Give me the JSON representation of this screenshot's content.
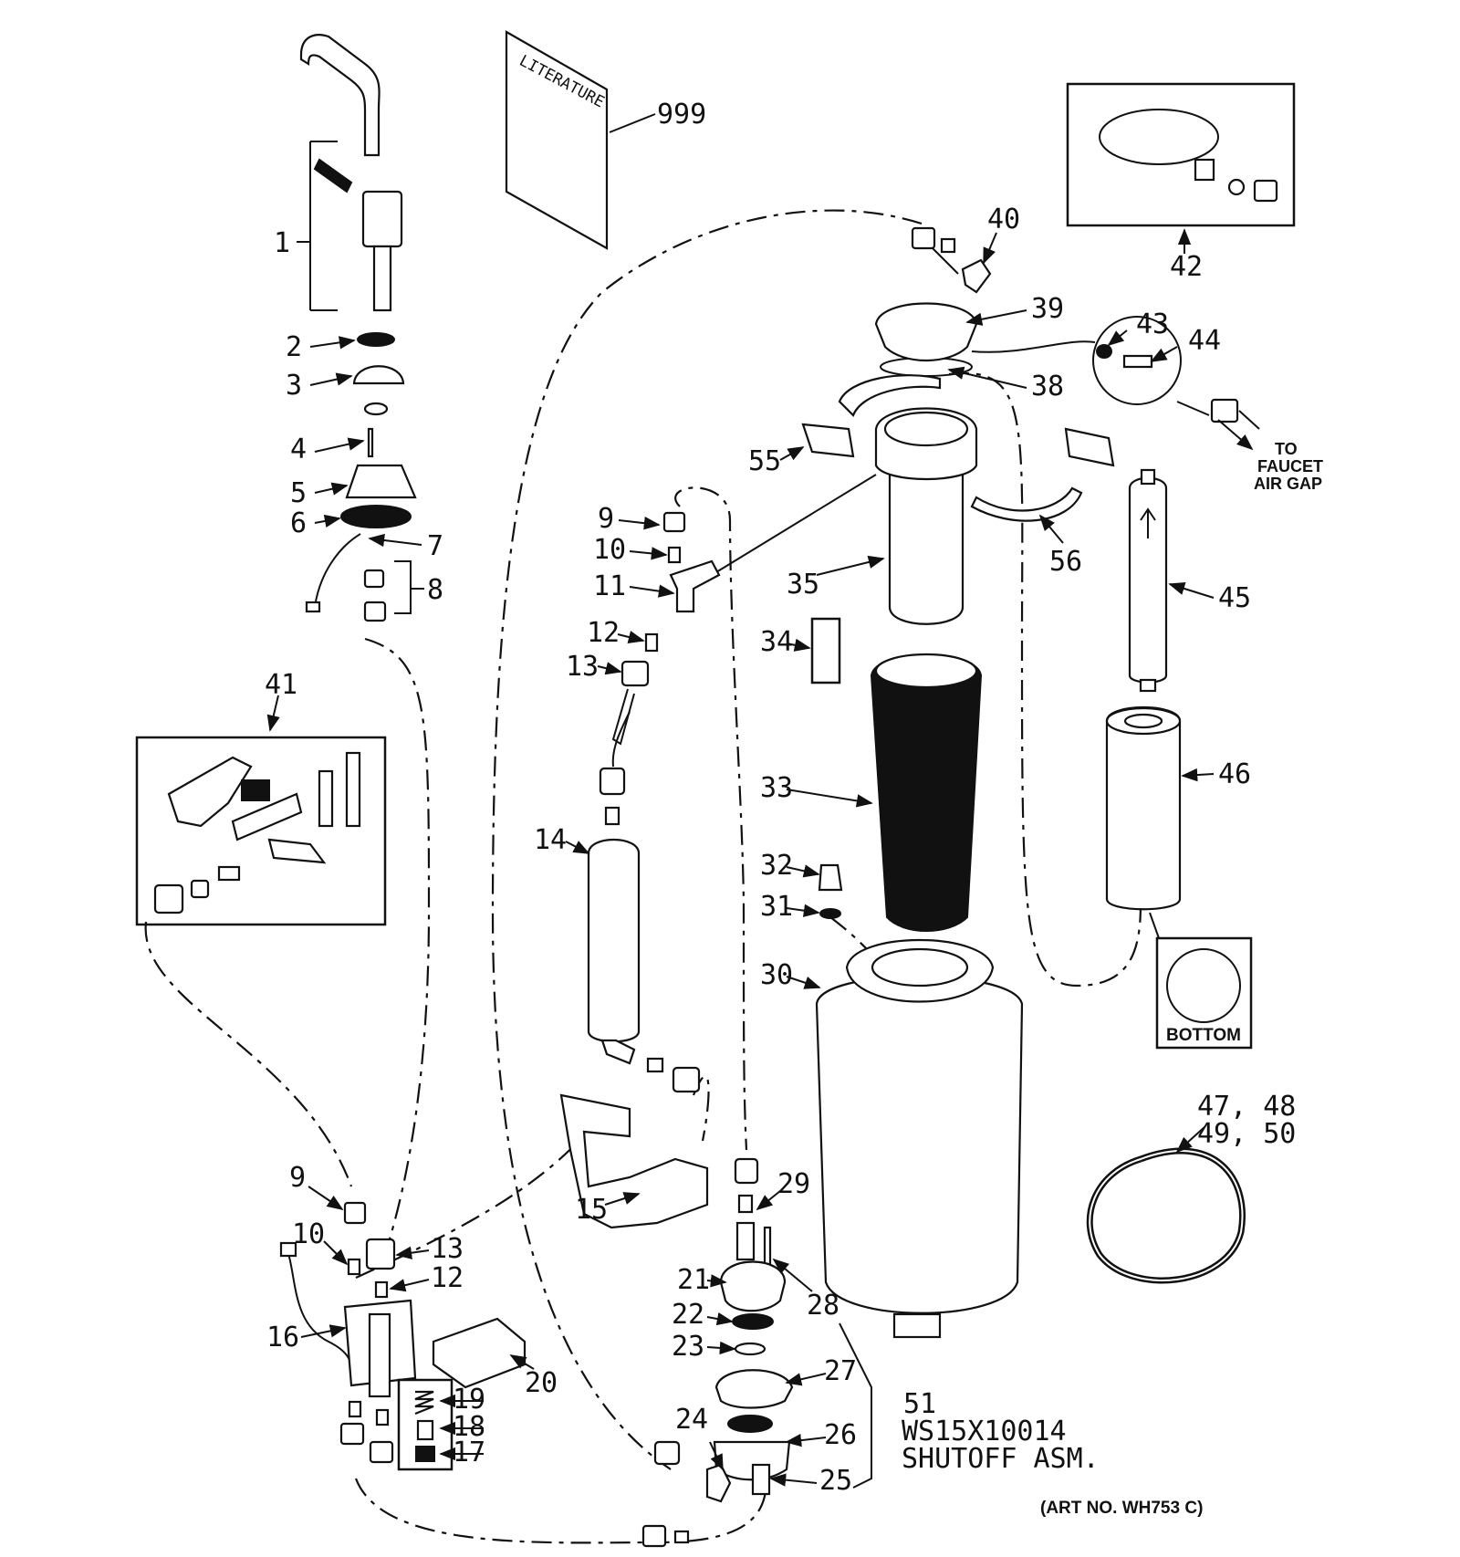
{
  "labels": {
    "p1": "1",
    "p2": "2",
    "p3": "3",
    "p4": "4",
    "p5": "5",
    "p6": "6",
    "p7": "7",
    "p8": "8",
    "p9a": "9",
    "p10a": "10",
    "p11": "11",
    "p12a": "12",
    "p13a": "13",
    "p14": "14",
    "p15": "15",
    "p9b": "9",
    "p10b": "10",
    "p13b": "13",
    "p12b": "12",
    "p16": "16",
    "p17": "17",
    "p18": "18",
    "p19": "19",
    "p20": "20",
    "p21": "21",
    "p22": "22",
    "p23": "23",
    "p24": "24",
    "p25": "25",
    "p26": "26",
    "p27": "27",
    "p28": "28",
    "p29": "29",
    "p30": "30",
    "p31": "31",
    "p32": "32",
    "p33": "33",
    "p34": "34",
    "p35": "35",
    "p38": "38",
    "p39": "39",
    "p40": "40",
    "p41": "41",
    "p42": "42",
    "p43": "43",
    "p44": "44",
    "p45": "45",
    "p46": "46",
    "p51": "51",
    "p55": "55",
    "p56": "56",
    "p999": "999",
    "p4748": "47, 48",
    "p4950": "49, 50"
  },
  "text": {
    "literature": "LITERATURE",
    "faucet_line1": "TO",
    "faucet_line2": "FAUCET",
    "faucet_line3": "AIR GAP",
    "bottom": "BOTTOM",
    "part_number": "WS15X10014",
    "assembly_name": "SHUTOFF ASM.",
    "art_no": "(ART NO. WH753 C)"
  }
}
